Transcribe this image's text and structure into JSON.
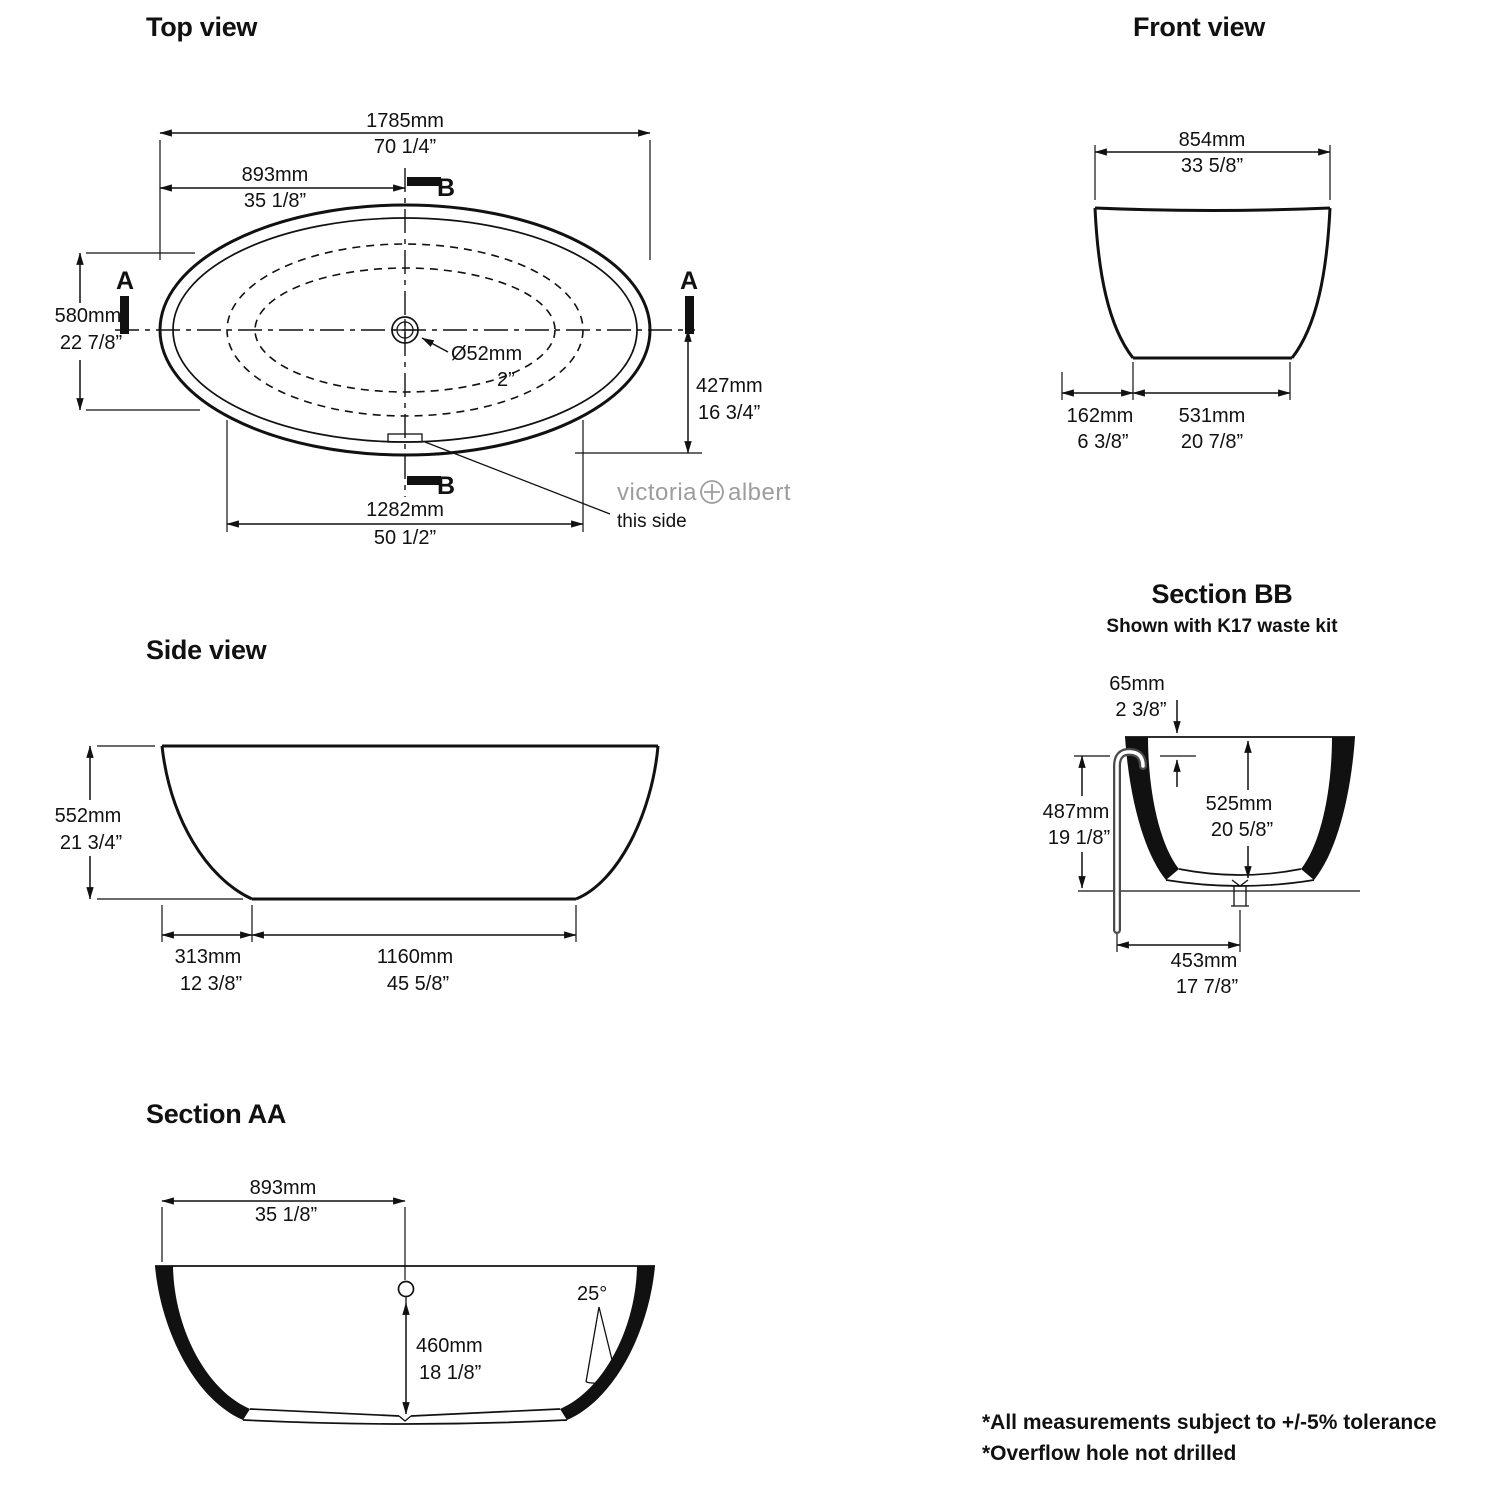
{
  "top_view": {
    "title": "Top view",
    "dim_1785_mm": "1785mm",
    "dim_1785_in": "70 1/4”",
    "dim_893_mm": "893mm",
    "dim_893_in": "35 1/8”",
    "dim_580_mm": "580mm",
    "dim_580_in": "22 7/8”",
    "dim_drain_mm": "Ø52mm",
    "dim_drain_in": "2”",
    "dim_427_mm": "427mm",
    "dim_427_in": "16 3/4”",
    "dim_1282_mm": "1282mm",
    "dim_1282_in": "50 1/2”",
    "label_a": "A",
    "label_b": "B",
    "brand_left": "victoria",
    "brand_right": "albert",
    "this_side": "this side"
  },
  "front_view": {
    "title": "Front view",
    "dim_854_mm": "854mm",
    "dim_854_in": "33 5/8”",
    "dim_162_mm": "162mm",
    "dim_162_in": "6 3/8”",
    "dim_531_mm": "531mm",
    "dim_531_in": "20 7/8”"
  },
  "side_view": {
    "title": "Side view",
    "dim_552_mm": "552mm",
    "dim_552_in": "21 3/4”",
    "dim_313_mm": "313mm",
    "dim_313_in": "12 3/8”",
    "dim_1160_mm": "1160mm",
    "dim_1160_in": "45 5/8”"
  },
  "section_aa": {
    "title": "Section AA",
    "dim_893_mm": "893mm",
    "dim_893_in": "35 1/8”",
    "dim_460_mm": "460mm",
    "dim_460_in": "18 1/8”",
    "angle": "25°"
  },
  "section_bb": {
    "title": "Section BB",
    "subtitle": "Shown with K17 waste kit",
    "dim_65_mm": "65mm",
    "dim_65_in": "2 3/8”",
    "dim_487_mm": "487mm",
    "dim_487_in": "19 1/8”",
    "dim_525_mm": "525mm",
    "dim_525_in": "20 5/8”",
    "dim_453_mm": "453mm",
    "dim_453_in": "17 7/8”"
  },
  "footer": {
    "note1": "*All measurements subject to +/-5% tolerance",
    "note2": "*Overflow hole not drilled"
  }
}
